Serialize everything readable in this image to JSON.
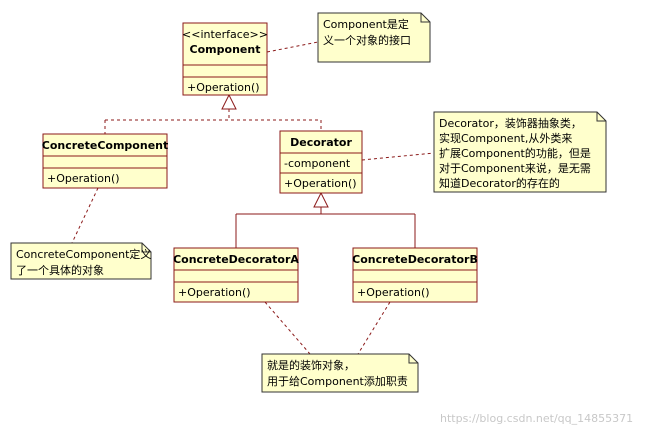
{
  "colors": {
    "box_fill": "#ffffcc",
    "box_border": "#8b1a1a",
    "note_fill": "#ffffcc",
    "note_border": "#333333",
    "connector": "#8b1a1a",
    "text": "#000000",
    "watermark": "#c8c8c8"
  },
  "classes": {
    "component": {
      "stereotype": "<<interface>>",
      "name": "Component",
      "attributes": [],
      "operations": [
        "+Operation()"
      ]
    },
    "concrete_component": {
      "name": "ConcreteComponent",
      "attributes": [],
      "operations": [
        "+Operation()"
      ]
    },
    "decorator": {
      "name": "Decorator",
      "attributes": [
        "-component"
      ],
      "operations": [
        "+Operation()"
      ]
    },
    "concrete_decorator_a": {
      "name": "ConcreteDecoratorA",
      "attributes": [],
      "operations": [
        "+Operation()"
      ]
    },
    "concrete_decorator_b": {
      "name": "ConcreteDecoratorB",
      "attributes": [],
      "operations": [
        "+Operation()"
      ]
    }
  },
  "notes": {
    "component_note": [
      "Component是定",
      "义一个对象的接口"
    ],
    "decorator_note": [
      "Decorator，装饰器抽象类，",
      "实现Component,从外类来",
      "扩展Component的功能，但是",
      "对于Component来说，是无需",
      "知道Decorator的存在的"
    ],
    "concrete_component_note": [
      "ConcreteComponent定义",
      "了一个具体的对象"
    ],
    "concrete_decorators_note": [
      "就是的装饰对象，",
      "用于给Component添加职责"
    ]
  },
  "watermark": "https://blog.csdn.net/qq_14855371"
}
